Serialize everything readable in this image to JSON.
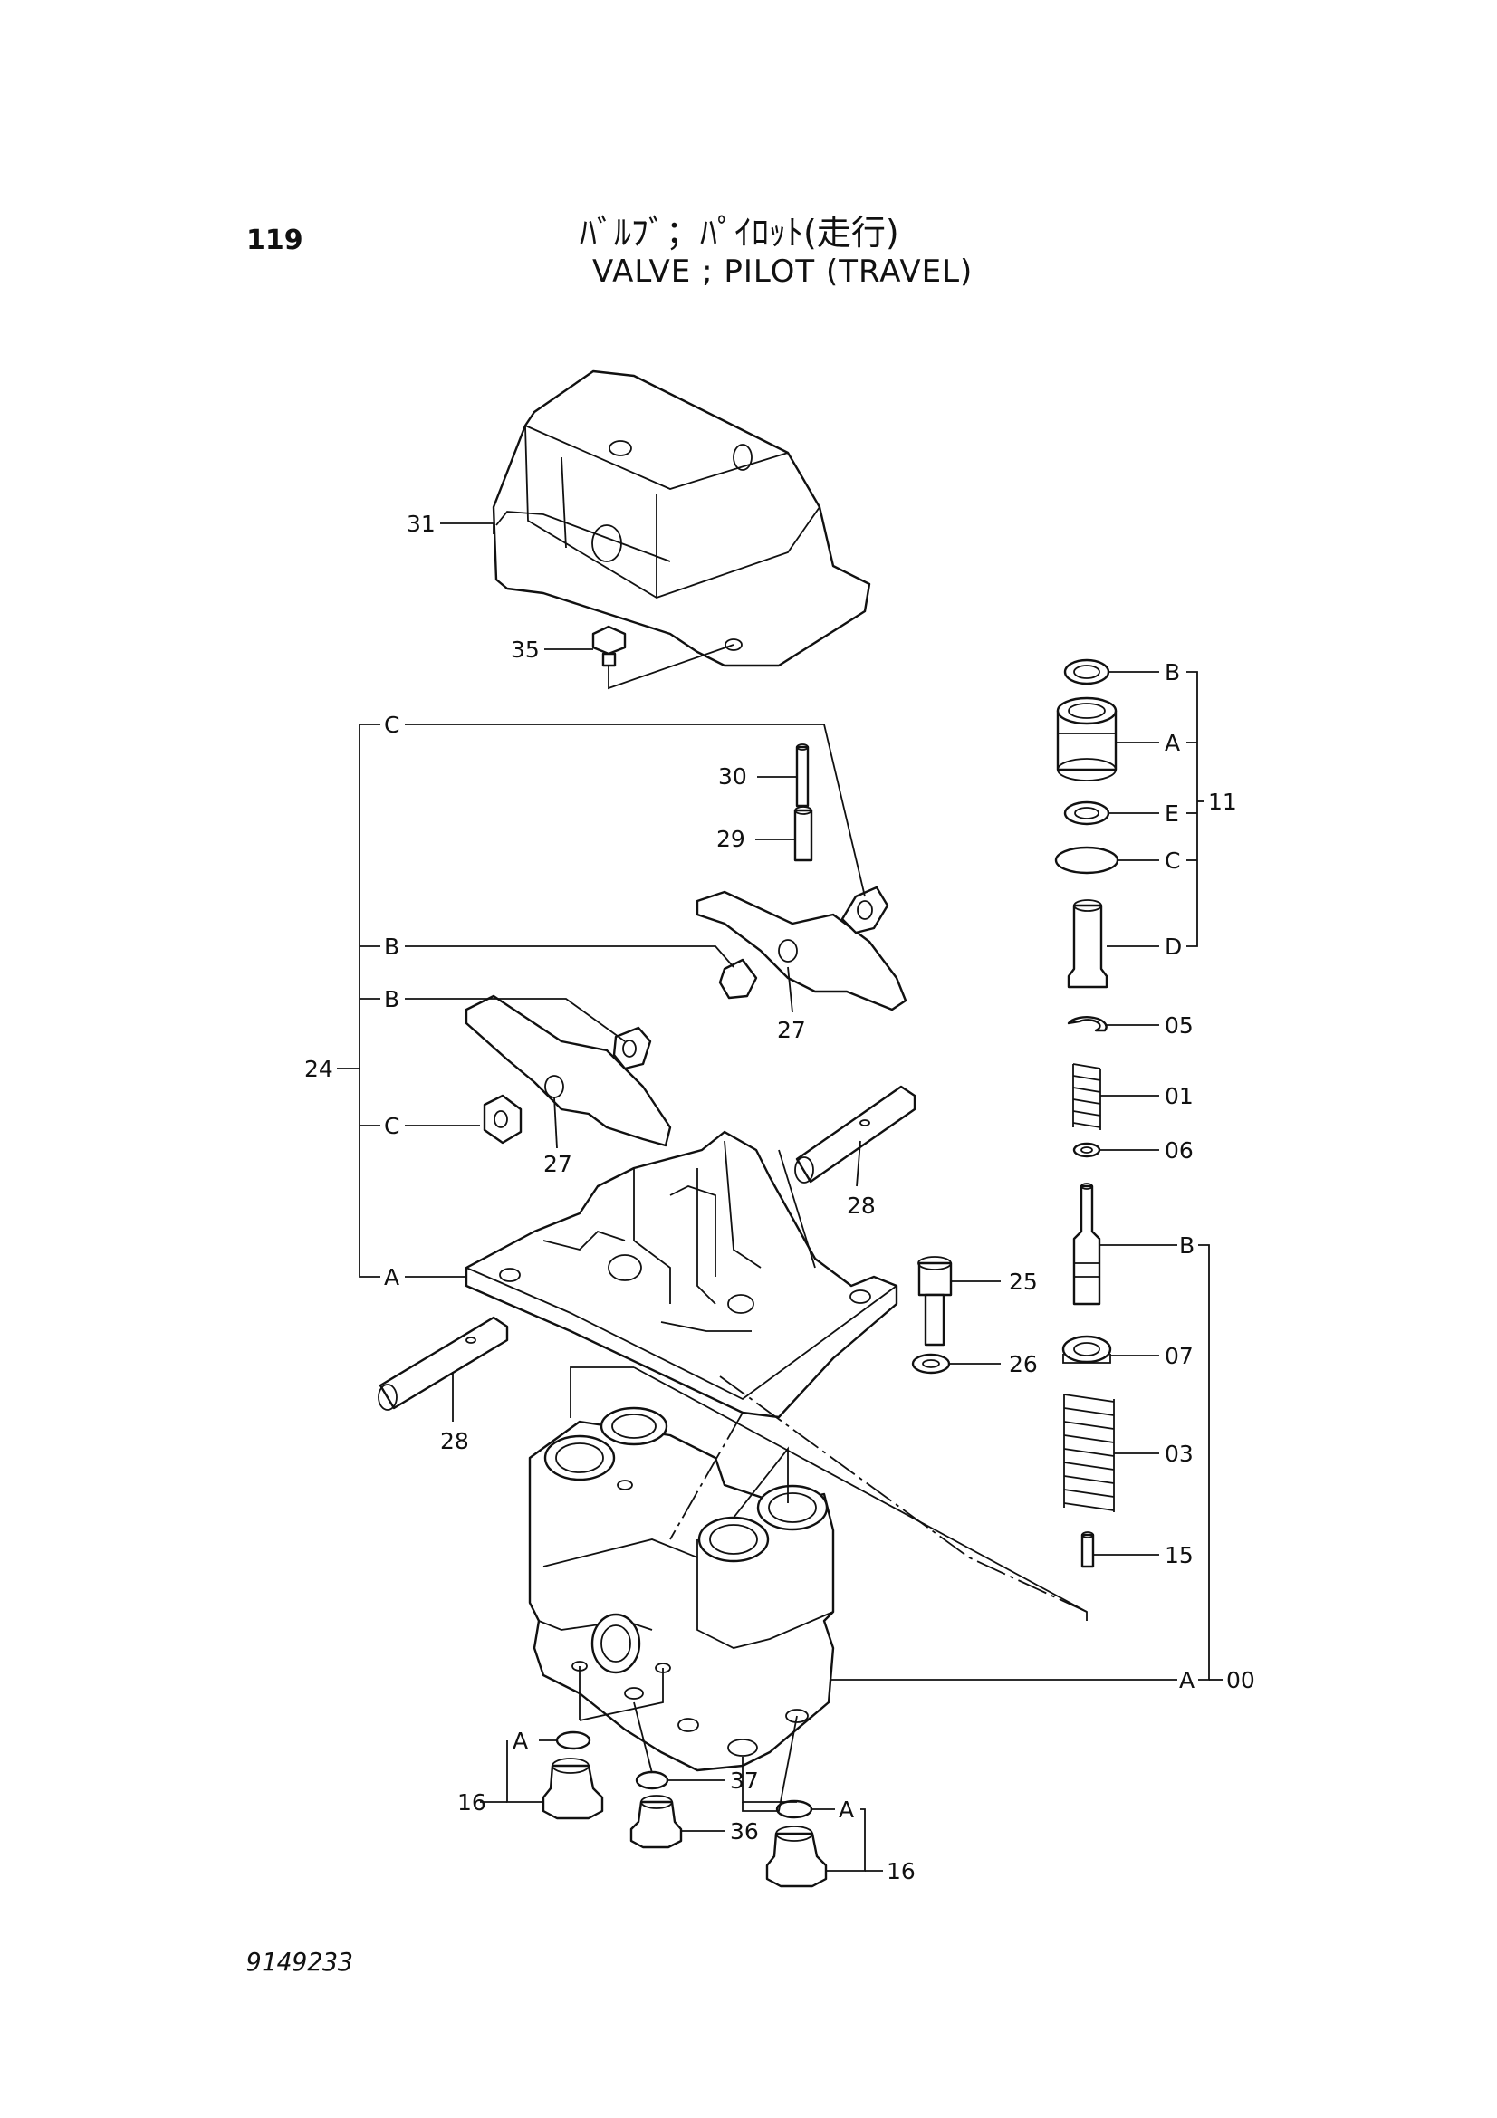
{
  "header": {
    "page_number": "119",
    "title_jp": "ﾊﾞﾙﾌﾞ；ﾊﾟｲﾛｯﾄ(走行)",
    "title_en": "VALVE ; PILOT (TRAVEL)"
  },
  "footer": {
    "drawing_number": "9149233"
  },
  "callouts": {
    "p31": "31",
    "p35": "35",
    "p30": "30",
    "p29": "29",
    "p27a": "27",
    "p27b": "27",
    "p24": "24",
    "p28a": "28",
    "p28b": "28",
    "p25": "25",
    "p26": "26",
    "p11": "11",
    "p05": "05",
    "p01": "01",
    "p06": "06",
    "p07": "07",
    "p03": "03",
    "p15": "15",
    "p00": "00",
    "p16a": "16",
    "p16b": "16",
    "p37": "37",
    "p36": "36"
  },
  "letters": {
    "c_top": "C",
    "b_mid": "B",
    "b_low": "B",
    "c_low": "C",
    "a_base": "A",
    "b_r1": "B",
    "a_r1": "A",
    "e_r1": "E",
    "c_r1": "C",
    "d_r1": "D",
    "b_r2": "B",
    "a_r2": "A",
    "a_plug1": "A",
    "a_plug2": "A"
  }
}
